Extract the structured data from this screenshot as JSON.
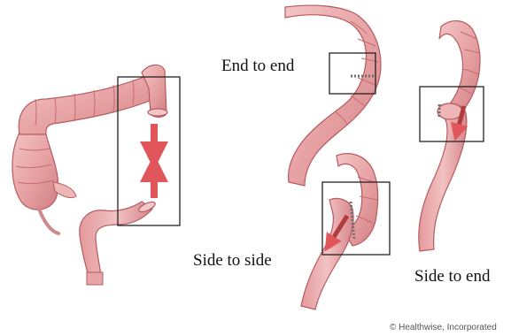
{
  "labels": {
    "end_to_end": "End to end",
    "side_to_side": "Side to side",
    "side_to_end": "Side to end"
  },
  "credit": "© Healthwise, Incorporated",
  "colors": {
    "tissue_fill": "#e9a9a9",
    "tissue_stroke": "#b75a5f",
    "tissue_dark": "#c56c72",
    "arrow": "#e0565a",
    "frame": "#222222",
    "staple": "#6f6f6f"
  }
}
